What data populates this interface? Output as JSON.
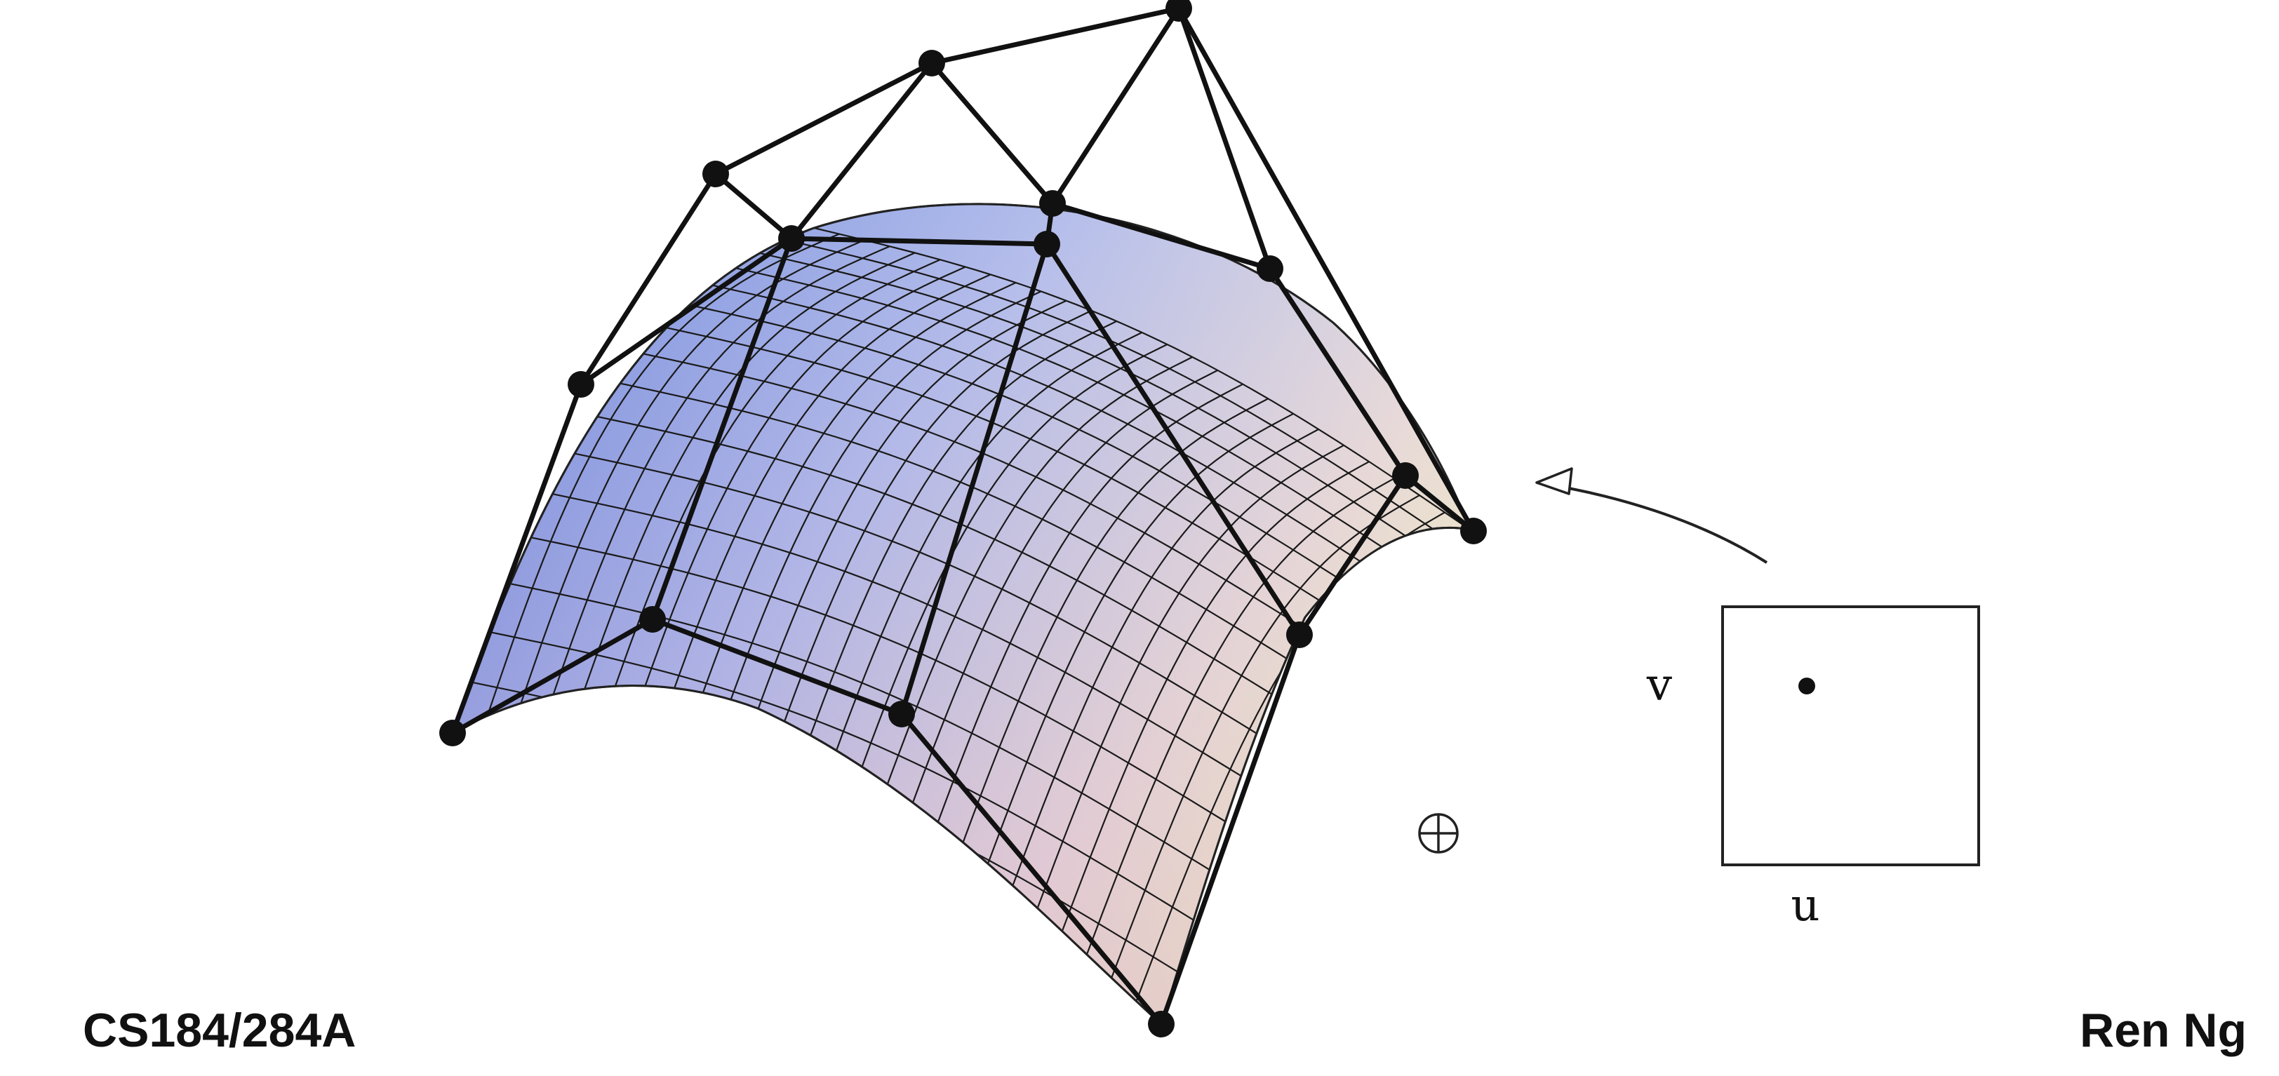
{
  "footer": {
    "course": "CS184/284A",
    "author": "Ren Ng"
  },
  "parameter_domain": {
    "u_label": "u",
    "v_label": "v"
  },
  "colors": {
    "surface_top_left": "#5a78d8",
    "surface_top_right": "#f2f2c0",
    "surface_bottom": "#dbb7cf",
    "control_net": "#111111",
    "ink": "#111111"
  },
  "icons": {
    "origin_marker": "circle-plus-icon",
    "mapping_arrow": "arrow-left-icon"
  }
}
